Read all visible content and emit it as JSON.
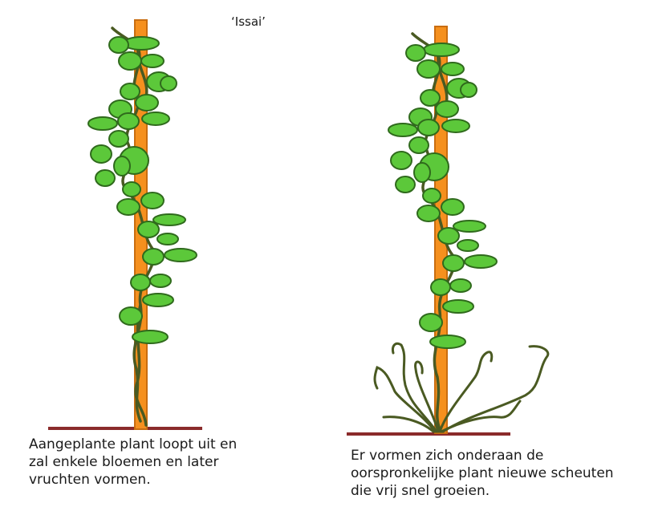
{
  "title": "‘Issai’",
  "captions": {
    "left": "Aangeplante plant loopt uit en\nzal enkele bloemen en later\nvruchten vormen.",
    "right": "Er vormen zich onderaan de\noorspronkelijke plant nieuwe scheuten\ndie vrij snel groeien."
  },
  "colors": {
    "stake": "#f5901e",
    "stake_outline": "#c96d10",
    "leaf": "#5cc83a",
    "leaf_outline": "#2f6a1c",
    "vine": "#4a5a22",
    "ground": "#8b2b2b"
  }
}
